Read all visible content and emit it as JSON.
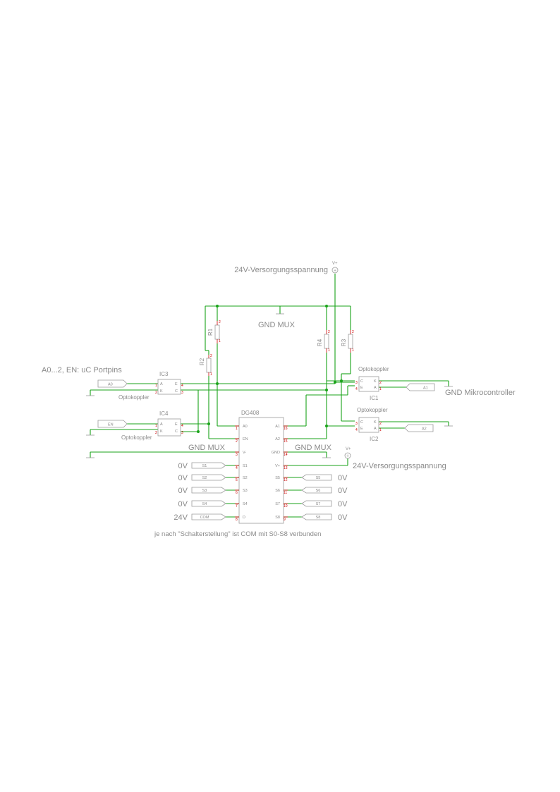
{
  "title_note": "A0...2, EN: uC Portpins",
  "supply_top": {
    "label": "24V-Versorgungsspannung",
    "symbol": "V+"
  },
  "supply_right": {
    "label": "24V-Versorgungsspannung",
    "symbol": "V+"
  },
  "gnd_labels": {
    "gnd_mux_top": "GND MUX",
    "gnd_mux_left": "GND MUX",
    "gnd_mux_right": "GND MUX",
    "gnd_micro": "GND Mikrocontroller"
  },
  "resistors": [
    {
      "name": "R1",
      "pin_top": "2",
      "pin_bottom": "1"
    },
    {
      "name": "R2",
      "pin_top": "2",
      "pin_bottom": "1"
    },
    {
      "name": "R4",
      "pin_top": "2",
      "pin_bottom": "1"
    },
    {
      "name": "R3",
      "pin_top": "2",
      "pin_bottom": "1"
    }
  ],
  "optocouplers": [
    {
      "ref": "IC3",
      "type": "Optokoppler",
      "pins": {
        "A": "A",
        "K": "K",
        "E": "E",
        "C": "C"
      },
      "pin_nums": [
        "1",
        "2",
        "4",
        "3"
      ],
      "input": "A0"
    },
    {
      "ref": "IC4",
      "type": "Optokoppler",
      "pins": {
        "A": "A",
        "K": "K",
        "E": "E",
        "C": "C"
      },
      "pin_nums": [
        "1",
        "2",
        "4",
        "3"
      ],
      "input": "EN"
    },
    {
      "ref": "IC1",
      "type": "Optokoppler",
      "pins": {
        "A": "A",
        "K": "K",
        "E": "E",
        "C": "C"
      },
      "pin_nums": [
        "1",
        "2",
        "4",
        "3"
      ],
      "input": "A1"
    },
    {
      "ref": "IC2",
      "type": "Optokoppler",
      "pins": {
        "A": "A",
        "K": "K",
        "E": "E",
        "C": "C"
      },
      "pin_nums": [
        "1",
        "2",
        "4",
        "3"
      ],
      "input": "A2"
    }
  ],
  "mux": {
    "name": "DG408",
    "left_pins": [
      {
        "name": "A0",
        "num": "1"
      },
      {
        "name": "EN",
        "num": "2"
      },
      {
        "name": "V-",
        "num": "3"
      },
      {
        "name": "S1",
        "num": "4"
      },
      {
        "name": "S2",
        "num": "5"
      },
      {
        "name": "S3",
        "num": "6"
      },
      {
        "name": "S4",
        "num": "7"
      },
      {
        "name": "D",
        "num": "8"
      }
    ],
    "right_pins": [
      {
        "name": "A1",
        "num": "16"
      },
      {
        "name": "A2",
        "num": "15"
      },
      {
        "name": "GND",
        "num": "14"
      },
      {
        "name": "V+",
        "num": "13"
      },
      {
        "name": "S5",
        "num": "12"
      },
      {
        "name": "S6",
        "num": "11"
      },
      {
        "name": "S7",
        "num": "10"
      },
      {
        "name": "S8",
        "num": "9"
      }
    ]
  },
  "left_inputs": [
    {
      "volt": "0V",
      "tag": "S1"
    },
    {
      "volt": "0V",
      "tag": "S2"
    },
    {
      "volt": "0V",
      "tag": "S3"
    },
    {
      "volt": "0V",
      "tag": "S4"
    },
    {
      "volt": "24V",
      "tag": "COM"
    }
  ],
  "right_inputs": [
    {
      "volt": "0V",
      "tag": "S5"
    },
    {
      "volt": "0V",
      "tag": "S6"
    },
    {
      "volt": "0V",
      "tag": "S7"
    },
    {
      "volt": "0V",
      "tag": "S8"
    }
  ],
  "footer_note": "je nach \"Schalterstellung\" ist COM mit S0-S8 verbunden",
  "colors": {
    "wire": "#19a319",
    "pin_number": "#cc0000",
    "label": "#8a8a8a"
  }
}
